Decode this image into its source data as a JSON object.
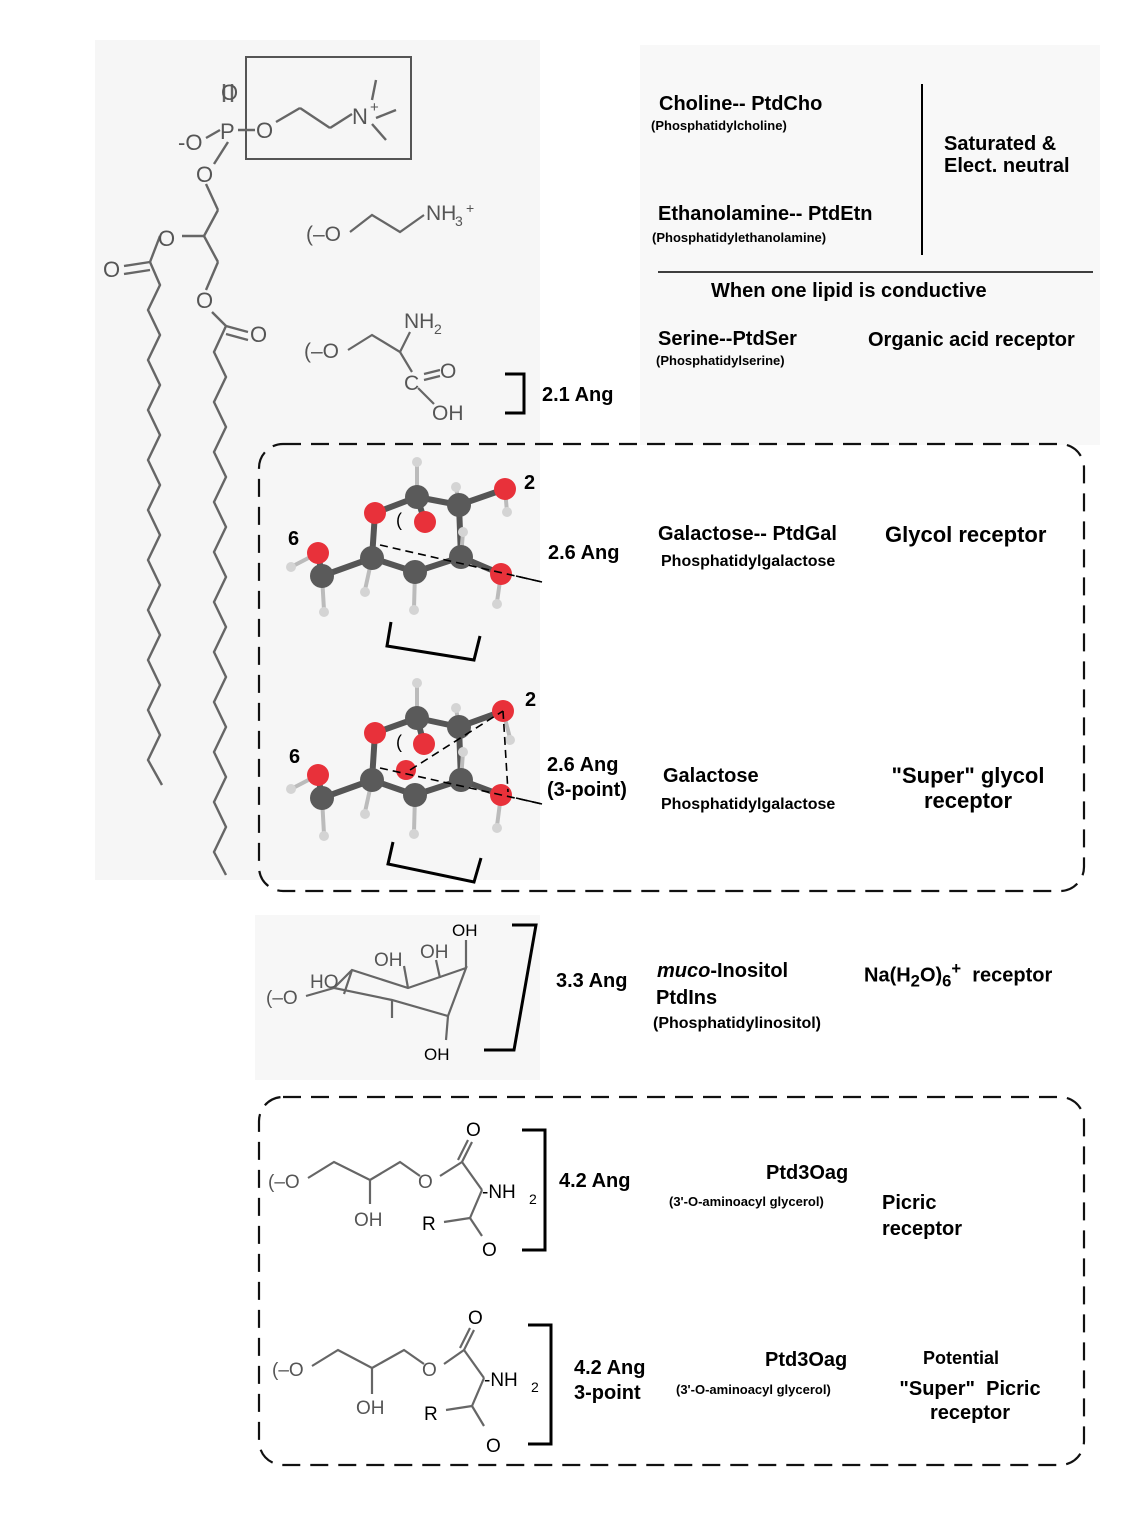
{
  "headgroups": {
    "choline": {
      "title": "Choline-- PtdCho",
      "sub": "(Phosphatidylcholine)"
    },
    "ethanolamine": {
      "title": "Ethanolamine-- PtdEtn",
      "sub": "(Phosphatidylethanolamine)"
    },
    "neutral_note": "Saturated &\nElect. neutral",
    "conductive_header": "When one lipid is conductive",
    "serine": {
      "title": "Serine--PtdSer",
      "sub": "(Phosphatidylserine)",
      "receptor": "Organic acid receptor",
      "distance": "2.1 Ang"
    },
    "galactose_1": {
      "title": "Galactose-- PtdGal",
      "sub": "Phosphatidylgalactose",
      "receptor": "Glycol receptor",
      "distance": "2.6 Ang"
    },
    "galactose_2": {
      "title": "Galactose",
      "sub": "Phosphatidylgalactose",
      "receptor": "\"Super\" glycol\nreceptor",
      "distance": "2.6 Ang\n(3-point)"
    },
    "inositol": {
      "title_italic": "muco",
      "title_rest": "-Inositol",
      "line2": "PtdIns",
      "sub": "(Phosphatidylinositol)",
      "receptor_pre": "Na(H",
      "receptor_sub1": "2",
      "receptor_mid": "O)",
      "receptor_sub2": "6",
      "receptor_sup": "+",
      "receptor_post": "  receptor",
      "distance": "3.3 Ang"
    },
    "aminoacyl_1": {
      "title": "Ptd3Oag",
      "sub": "(3'-O-aminoacyl glycerol)",
      "receptor": "Picric\nreceptor",
      "distance": "4.2 Ang"
    },
    "aminoacyl_2": {
      "title": "Ptd3Oag",
      "sub": "(3'-O-aminoacyl glycerol)",
      "receptor_top": "Potential",
      "receptor_rest": "\"Super\"  Picric\nreceptor",
      "distance": "4.2 Ang\n3-point"
    }
  },
  "structure_labels": {
    "o_minus": "-O",
    "p": "P",
    "o": "O",
    "n": "N",
    "n_charge": "+",
    "nh3": "NH",
    "nh3_sub": "3",
    "nh3_charge": "+",
    "nh2": "NH",
    "nh2_sub": "2",
    "oh": "OH",
    "o_link": "(–O",
    "c": "C",
    "ho": "HO",
    "r": "R",
    "nh2_dash": "-NH",
    "carbon_2": "2",
    "carbon_6": "6"
  },
  "colors": {
    "oxygen_atom": "#e8313a",
    "carbon_atom": "#555555",
    "hydrogen_atom": "#cfcfcf",
    "skeleton": "#444444"
  }
}
